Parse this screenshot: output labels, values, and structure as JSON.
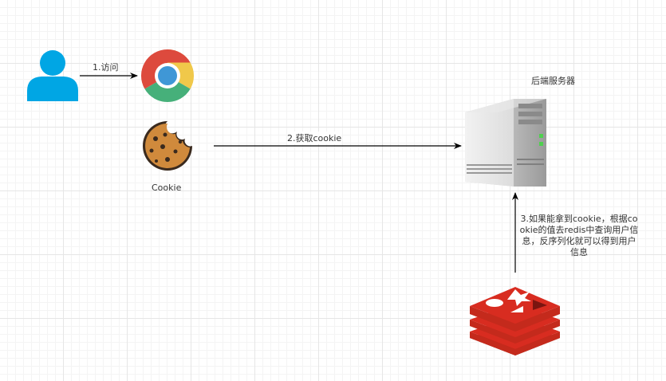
{
  "labels": {
    "step1": "1.访问",
    "step2": "2.获取cookie",
    "step3": "3.如果能拿到cookie，根据cookie的值去redis中查询用户信息，反序列化就可以得到用户信息",
    "server": "后端服务器",
    "cookie": "Cookie"
  },
  "icons": {
    "user": "user-icon",
    "browser": "chrome-browser-icon",
    "cookie": "cookie-icon",
    "server": "server-icon",
    "redis": "redis-icon"
  },
  "colors": {
    "user": "#00a6e4",
    "redis": "#d82c20",
    "arrow": "#000000"
  }
}
